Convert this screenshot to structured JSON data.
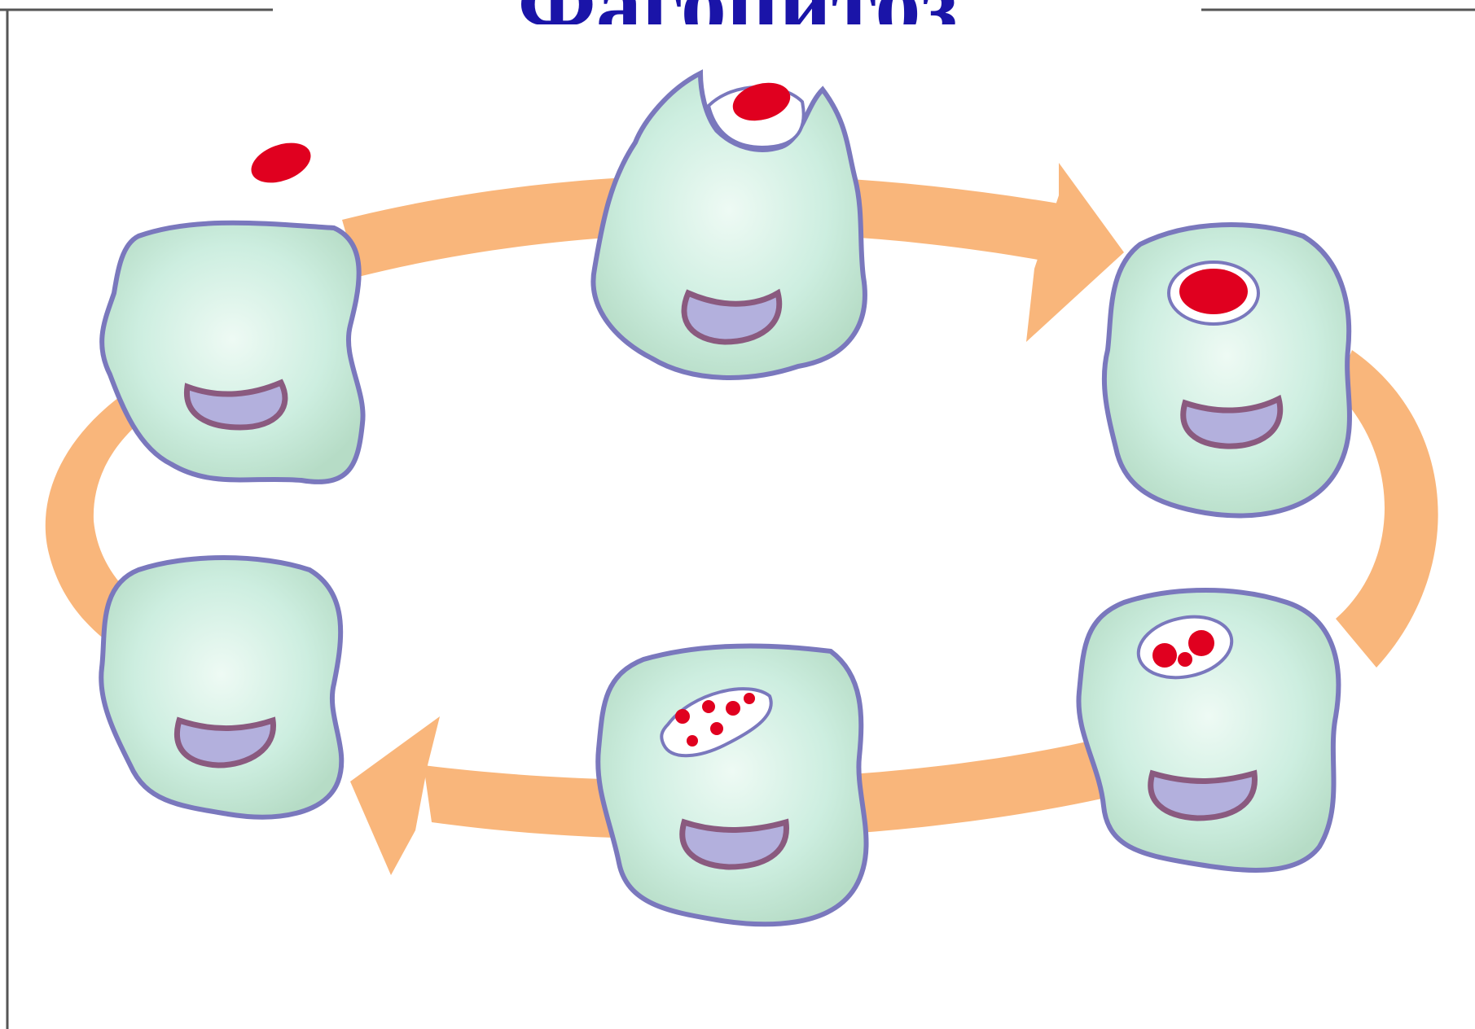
{
  "slide": {
    "title": "Фагоцитоз",
    "colors": {
      "cycle_arrow": "#f9b67b",
      "cytoplasm": "#cbeee0",
      "membrane": "#7a78bd",
      "nucleus": "#b3b0dd",
      "nucleus_outline": "#8a5a7f",
      "particle": "#e0001f",
      "vacuole": "#ffffff",
      "title": "#1a14a8"
    },
    "stages": [
      {
        "id": "stage-1",
        "particle": "outside-cell"
      },
      {
        "id": "stage-2",
        "particle": "being-engulfed"
      },
      {
        "id": "stage-3",
        "particle": "whole-in-vacuole"
      },
      {
        "id": "stage-4",
        "particle": "partly-digested"
      },
      {
        "id": "stage-5",
        "particle": "fragmented"
      },
      {
        "id": "stage-6",
        "particle": "none"
      }
    ]
  }
}
